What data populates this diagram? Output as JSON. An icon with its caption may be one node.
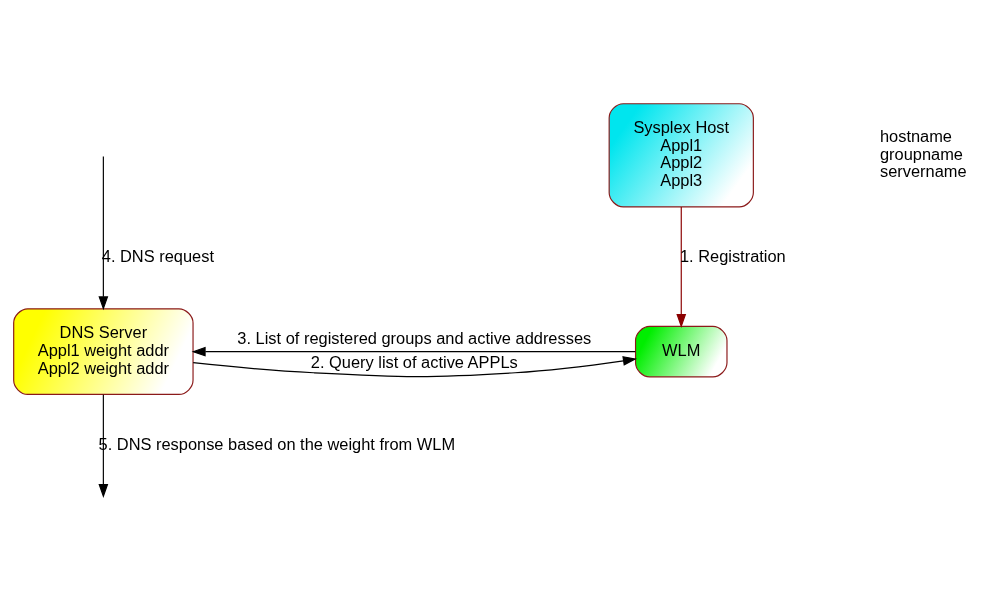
{
  "diagram": {
    "nodes": [
      {
        "text": [
          "Sysplex Host",
          "Appl1",
          "Appl2",
          "Appl3"
        ]
      },
      {
        "text": [
          "DNS Server",
          "Appl1 weight addr",
          "Appl2 weight addr"
        ]
      },
      {
        "text": [
          "WLM"
        ]
      }
    ],
    "edges": [
      {
        "from": 0,
        "to": 2,
        "arrow": "to",
        "label": "1. Registration",
        "color": "#8b0000"
      },
      {
        "from": 1,
        "to": 2,
        "arrow": "to",
        "label": "2. Query list of active APPLs"
      },
      {
        "from": 2,
        "to": 1,
        "arrow": "to",
        "label": "3. List of registered groups and active addresses"
      },
      {
        "from": null,
        "to": 1,
        "arrow": "to",
        "label": "4. DNS request"
      },
      {
        "from": 1,
        "to": null,
        "arrow": "to",
        "label": "5. DNS response based on the weight from WLM"
      }
    ],
    "labels": [
      "hostname",
      "groupname",
      "servername"
    ]
  }
}
